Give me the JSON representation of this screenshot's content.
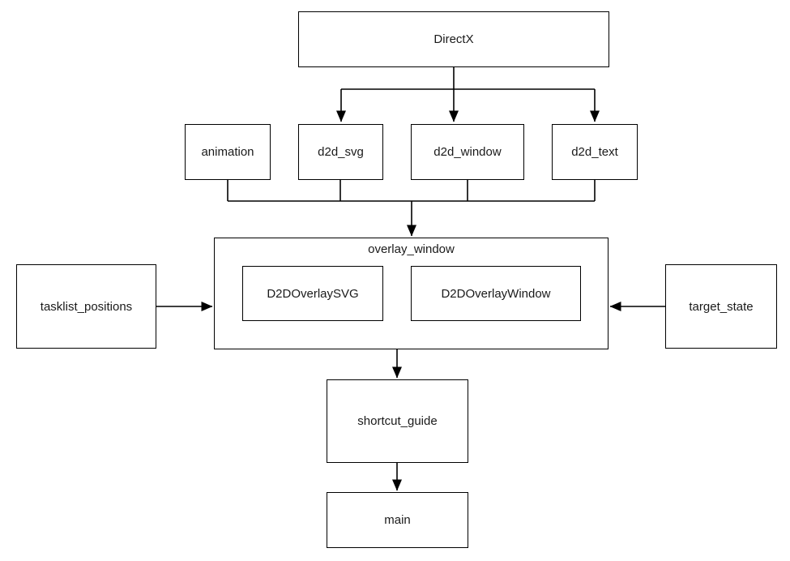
{
  "diagram": {
    "nodes": {
      "directx": {
        "label": "DirectX"
      },
      "animation": {
        "label": "animation"
      },
      "d2d_svg": {
        "label": "d2d_svg"
      },
      "d2d_window": {
        "label": "d2d_window"
      },
      "d2d_text": {
        "label": "d2d_text"
      },
      "overlay_window": {
        "label": "overlay_window"
      },
      "d2d_overlay_svg": {
        "label": "D2DOverlaySVG"
      },
      "d2d_overlay_window": {
        "label": "D2DOverlayWindow"
      },
      "tasklist_positions": {
        "label": "tasklist_positions"
      },
      "target_state": {
        "label": "target_state"
      },
      "shortcut_guide": {
        "label": "shortcut_guide"
      },
      "main": {
        "label": "main"
      }
    },
    "edges": [
      {
        "from": "DirectX",
        "to": "d2d_svg"
      },
      {
        "from": "DirectX",
        "to": "d2d_window"
      },
      {
        "from": "DirectX",
        "to": "d2d_text"
      },
      {
        "from": "animation",
        "to": "overlay_window"
      },
      {
        "from": "d2d_svg",
        "to": "overlay_window"
      },
      {
        "from": "d2d_window",
        "to": "overlay_window"
      },
      {
        "from": "d2d_text",
        "to": "overlay_window"
      },
      {
        "from": "tasklist_positions",
        "to": "overlay_window"
      },
      {
        "from": "target_state",
        "to": "overlay_window"
      },
      {
        "from": "overlay_window",
        "to": "shortcut_guide"
      },
      {
        "from": "shortcut_guide",
        "to": "main"
      }
    ],
    "colors": {
      "stroke": "#000000",
      "node_fill": "#ffffff",
      "text": "#1a1a1a",
      "background": "#ffffff"
    }
  }
}
